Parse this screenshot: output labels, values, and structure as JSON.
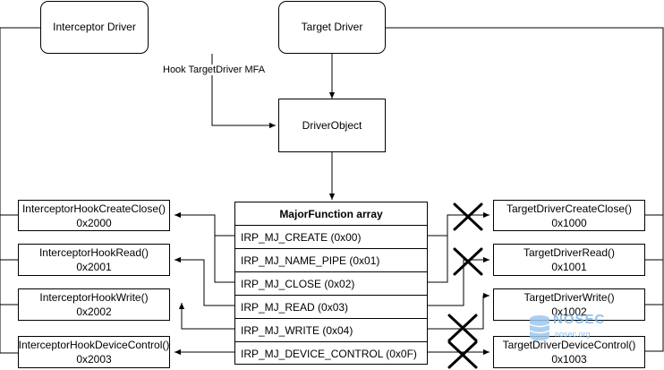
{
  "nodes": {
    "interceptor_driver": "Interceptor Driver",
    "target_driver": "Target Driver",
    "driver_object": "DriverObject"
  },
  "edge_label": "Hook TargetDriver MFA",
  "major_function": {
    "header": "MajorFunction array",
    "rows": [
      "IRP_MJ_CREATE (0x00)",
      "IRP_MJ_NAME_PIPE (0x01)",
      "IRP_MJ_CLOSE (0x02)",
      "IRP_MJ_READ (0x03)",
      "IRP_MJ_WRITE (0x04)",
      "IRP_MJ_DEVICE_CONTROL (0x0F)"
    ]
  },
  "interceptor_functions": [
    {
      "name": "InterceptorHookCreateClose()",
      "addr": "0x2000"
    },
    {
      "name": "InterceptorHookRead()",
      "addr": "0x2001"
    },
    {
      "name": "InterceptorHookWrite()",
      "addr": "0x2002"
    },
    {
      "name": "InterceptorHookDeviceControl()",
      "addr": "0x2003"
    }
  ],
  "target_functions": [
    {
      "name": "TargetDriverCreateClose()",
      "addr": "0x1000"
    },
    {
      "name": "TargetDriverRead()",
      "addr": "0x1001"
    },
    {
      "name": "TargetDriverWrite()",
      "addr": "0x1002"
    },
    {
      "name": "TargetDriverDeviceControl()",
      "addr": "0x1003"
    }
  ],
  "watermark": {
    "title": "NOSEC",
    "subtitle": "nosec.org",
    "icon": "database-icon"
  }
}
